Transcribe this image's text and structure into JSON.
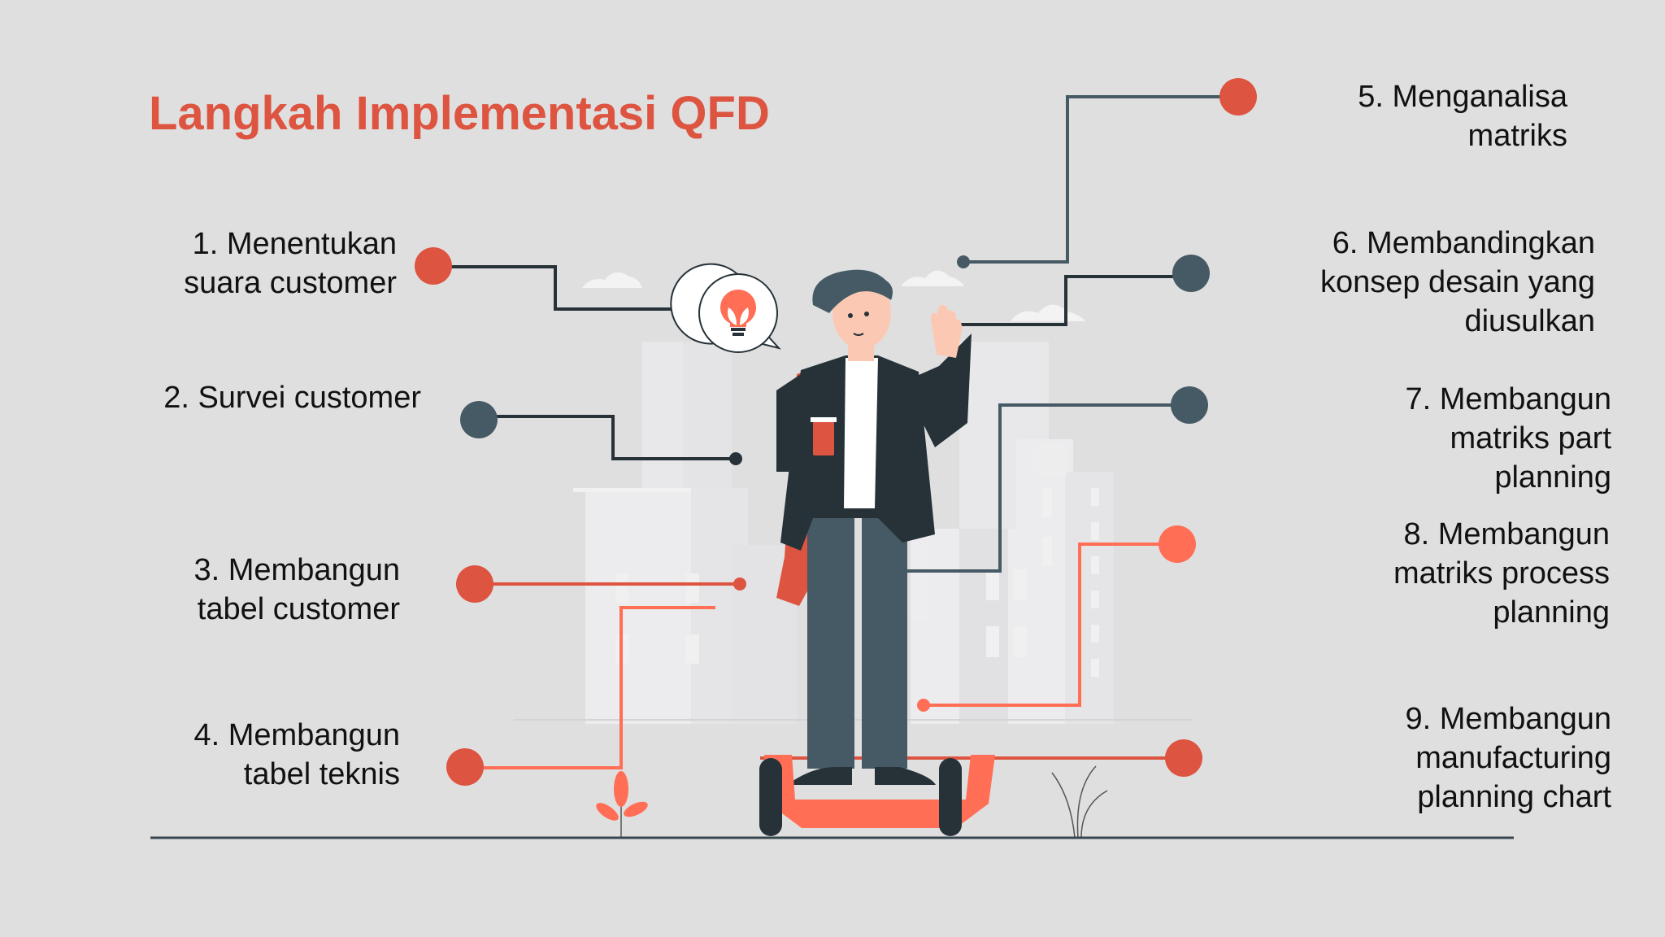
{
  "title": "Langkah Implementasi QFD",
  "colors": {
    "background": "#E0DFE0",
    "title": "#DD5440",
    "accent_red": "#DD5440",
    "accent_coral": "#FF6E55",
    "dark_slate": "#455A64",
    "line_dark": "#263238"
  },
  "steps": [
    {
      "number": 1,
      "label": "1. Menentukan\nsuara customer",
      "dot_color": "#DD5440"
    },
    {
      "number": 2,
      "label": "2. Survei customer",
      "dot_color": "#455A64"
    },
    {
      "number": 3,
      "label": "3. Membangun\ntabel customer",
      "dot_color": "#DD5440"
    },
    {
      "number": 4,
      "label": "4. Membangun\ntabel teknis",
      "dot_color": "#DD5440"
    },
    {
      "number": 5,
      "label": "5. Menganalisa\nmatriks",
      "dot_color": "#DD5440"
    },
    {
      "number": 6,
      "label": "6. Membandingkan\nkonsep desain yang\ndiusulkan",
      "dot_color": "#455A64"
    },
    {
      "number": 7,
      "label": "7. Membangun\nmatriks part\nplanning",
      "dot_color": "#455A64"
    },
    {
      "number": 8,
      "label": "8. Membangun\nmatriks process\nplanning",
      "dot_color": "#FF6E55"
    },
    {
      "number": 9,
      "label": "9. Membangun\nmanufacturing\nplanning chart",
      "dot_color": "#DD5440"
    }
  ],
  "illustration": {
    "subject": "man on hoverboard waving, holding coffee cup",
    "speech_bubble_icon": "lightbulb-leaf-icon"
  }
}
